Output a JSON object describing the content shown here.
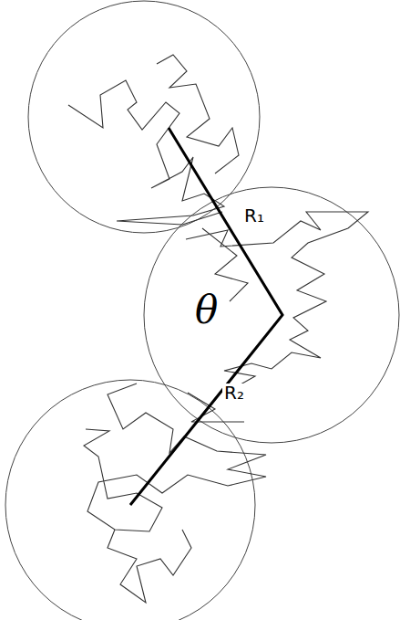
{
  "diagram": {
    "labels": [
      "R₁",
      "θ",
      "R₂"
    ]
  }
}
